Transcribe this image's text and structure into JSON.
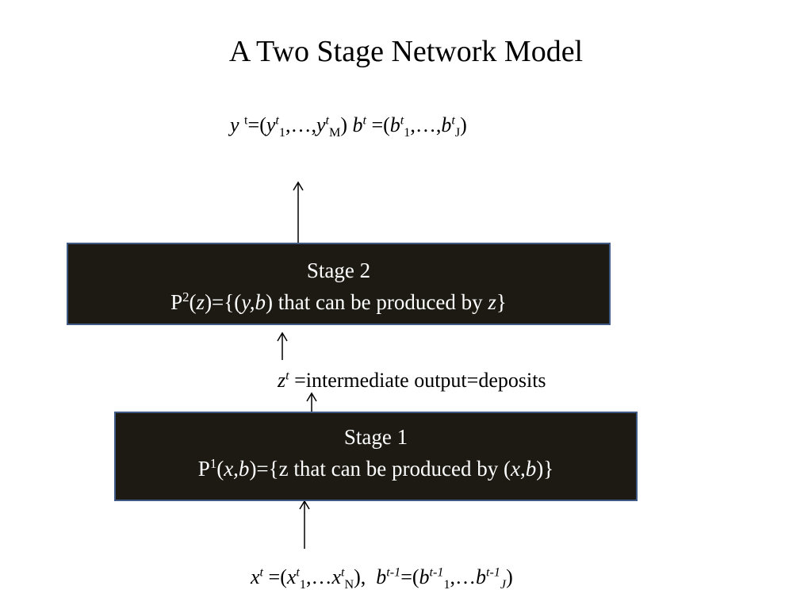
{
  "title": "A Two Stage Network Model",
  "colors": {
    "box_fill": "#1c1a12",
    "box_border": "#3f5b85",
    "box_text": "#ffffff",
    "arrow": "#000000"
  },
  "top_output": {
    "y": "y",
    "eq": "=(",
    "y1": "y",
    "sub1": "1",
    "dots": ",…,",
    "yM": "y",
    "subM": "M",
    "close": ")",
    "b": "b",
    "beq": " =(",
    "b1": "b",
    "bsub1": "1",
    "bdots": ",…,",
    "bJ": "b",
    "bsubJ": "J",
    "bclose": ")",
    "t": "t"
  },
  "stage2": {
    "heading": "Stage 2",
    "P": "P",
    "sup": "2",
    "open": "(",
    "z": "z",
    "mid": ")={(",
    "y": "y,b",
    "rest": ") that can be produced by ",
    "z2": "z",
    "end": "}"
  },
  "intermediate": {
    "z": "z",
    "t": "t",
    "text": " =intermediate output=deposits"
  },
  "stage1": {
    "heading": "Stage 1",
    "P": "P",
    "sup": "1",
    "open": "(",
    "xb": "x,b",
    "mid": ")={z that can be produced by (",
    "xb2": "x,b",
    "end": ")}"
  },
  "input": {
    "x": "x",
    "t": "t",
    "eq": " =(",
    "x1": "x",
    "sub1": "1",
    "dots": ",…",
    "xN": "x",
    "subN": "N",
    "close": "),  ",
    "b": "b",
    "tm1": "t-1",
    "beq": "=(",
    "b1": "b",
    "bsub1": "1",
    "bdots": ",…",
    "bJ": "b",
    "bsubJ": "J",
    "bclose": ")"
  }
}
